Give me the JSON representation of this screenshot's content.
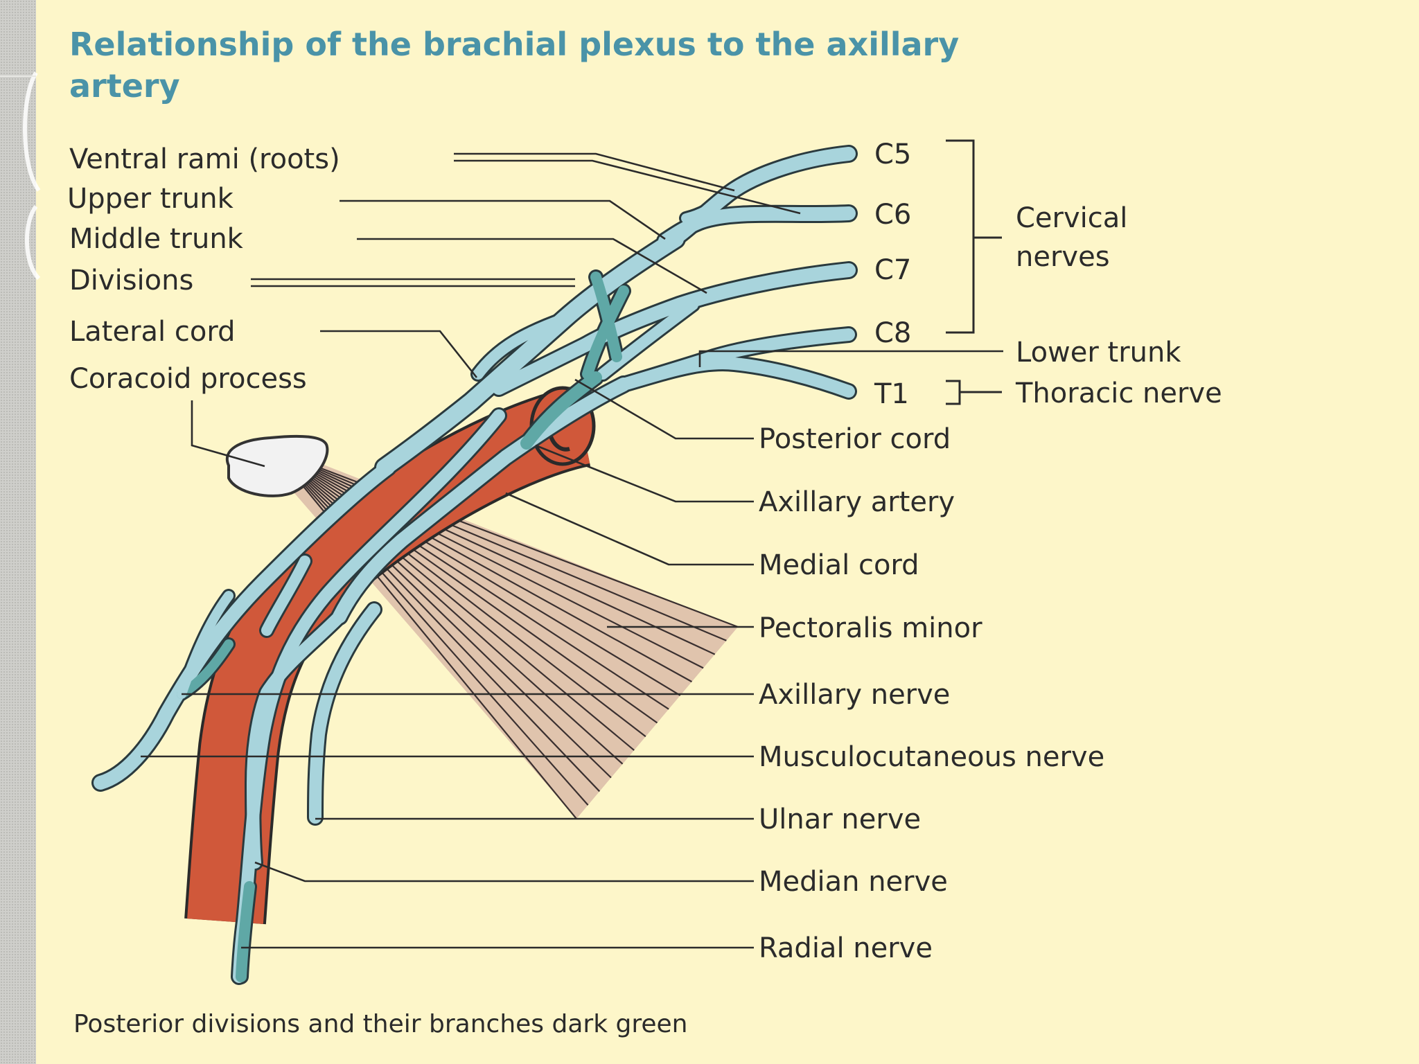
{
  "title": {
    "line1": "Relationship of the brachial plexus to the axillary",
    "line2": "artery"
  },
  "left_labels": {
    "ventral_rami": "Ventral rami (roots)",
    "upper_trunk": "Upper trunk",
    "middle_trunk": "Middle trunk",
    "divisions": "Divisions",
    "lateral_cord": "Lateral cord",
    "coracoid_process": "Coracoid process"
  },
  "roots": {
    "c5": "C5",
    "c6": "C6",
    "c7": "C7",
    "c8": "C8",
    "t1": "T1"
  },
  "groups": {
    "cervical_line1": "Cervical",
    "cervical_line2": "nerves",
    "lower_trunk": "Lower trunk",
    "thoracic_nerve": "Thoracic nerve"
  },
  "right_labels": {
    "posterior_cord": "Posterior cord",
    "axillary_artery": "Axillary artery",
    "medial_cord": "Medial cord",
    "pectoralis_minor": "Pectoralis minor",
    "axillary_nerve": "Axillary nerve",
    "musculocutaneous_nerve": "Musculocutaneous nerve",
    "ulnar_nerve": "Ulnar nerve",
    "median_nerve": "Median nerve",
    "radial_nerve": "Radial nerve"
  },
  "caption": "Posterior divisions and their branches dark green",
  "colors": {
    "background": "#fdf6c9",
    "title": "#4a93a8",
    "nerve": "#a8d4dc",
    "nerve_posterior": "#5fa8a6",
    "artery": "#d0583a",
    "muscle": "#ddbfaa",
    "bone": "#f2f2f2"
  }
}
